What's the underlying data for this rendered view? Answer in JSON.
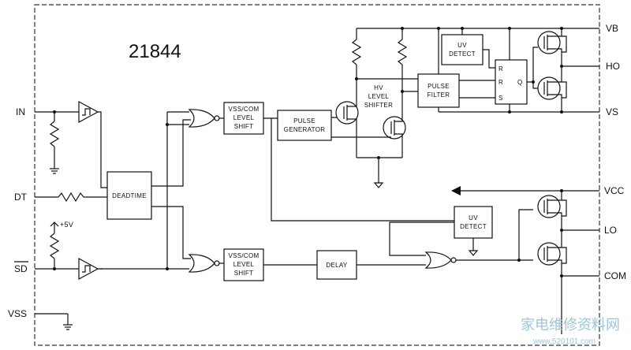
{
  "title": "21844",
  "pins_left": {
    "in": "IN",
    "dt": "DT",
    "sd": "SD",
    "vss": "VSS"
  },
  "pins_right": {
    "vb": "VB",
    "ho": "HO",
    "vs": "VS",
    "vcc": "VCC",
    "lo": "LO",
    "com": "COM"
  },
  "supply_label": "+5V",
  "blocks": {
    "deadtime": "DEADTIME",
    "level_shift_top": [
      "VSS/COM",
      "LEVEL",
      "SHIFT"
    ],
    "level_shift_bottom": [
      "VSS/COM",
      "LEVEL",
      "SHIFT"
    ],
    "pulse_generator": [
      "PULSE",
      "GENERATOR"
    ],
    "hv_level_shifter": [
      "HV",
      "LEVEL",
      "SHIFTER"
    ],
    "pulse_filter": [
      "PULSE",
      "FILTER"
    ],
    "uv_detect_top": [
      "UV",
      "DETECT"
    ],
    "uv_detect_bottom": [
      "UV",
      "DETECT"
    ],
    "delay": "DELAY",
    "latch": {
      "r1": "R",
      "r2": "R",
      "s": "S",
      "q": "Q"
    }
  },
  "watermark": {
    "text": "家电维修资料网",
    "url": "www.520101.com"
  }
}
